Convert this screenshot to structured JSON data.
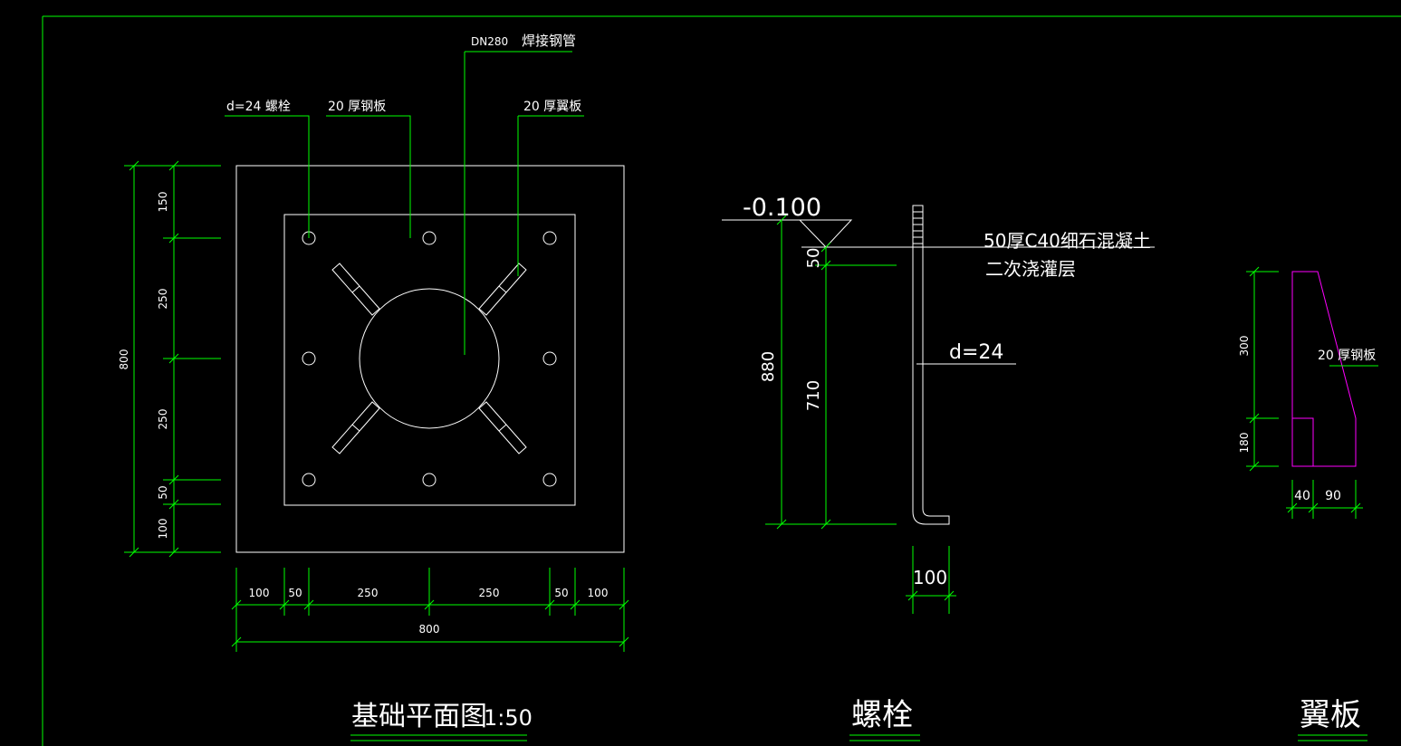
{
  "colors": {
    "background": "#000000",
    "outline": "#ffffff",
    "dimension": "#00ff00",
    "wing": "#ff00ff"
  },
  "plan": {
    "callouts": {
      "bolt": "d=24  螺栓",
      "plate": "20 厚钢板",
      "pipe_spec": "DN280",
      "pipe_name": "焊接钢管",
      "wing": "20 厚翼板"
    },
    "dims_vertical": {
      "d1": "150",
      "d2": "250",
      "d3": "250",
      "d4": "50",
      "d5": "100",
      "total": "800"
    },
    "dims_horizontal": {
      "d1": "100",
      "d2": "50",
      "d3": "250",
      "d4": "250",
      "d5": "50",
      "d6": "100",
      "total": "800"
    },
    "title": "基础平面图",
    "scale": "1:50"
  },
  "bolt_detail": {
    "elevation": "-0.100",
    "grout_line1": "50厚C40细石混凝土",
    "grout_line2": "二次浇灌层",
    "diameter": "d=24",
    "dims": {
      "top": "50",
      "total": "880",
      "embed": "710",
      "hook": "100"
    },
    "title": "螺栓"
  },
  "wing_detail": {
    "label": "20 厚钢板",
    "dims": {
      "upper": "300",
      "lower": "180",
      "left": "40",
      "right": "90"
    },
    "title": "翼板"
  }
}
